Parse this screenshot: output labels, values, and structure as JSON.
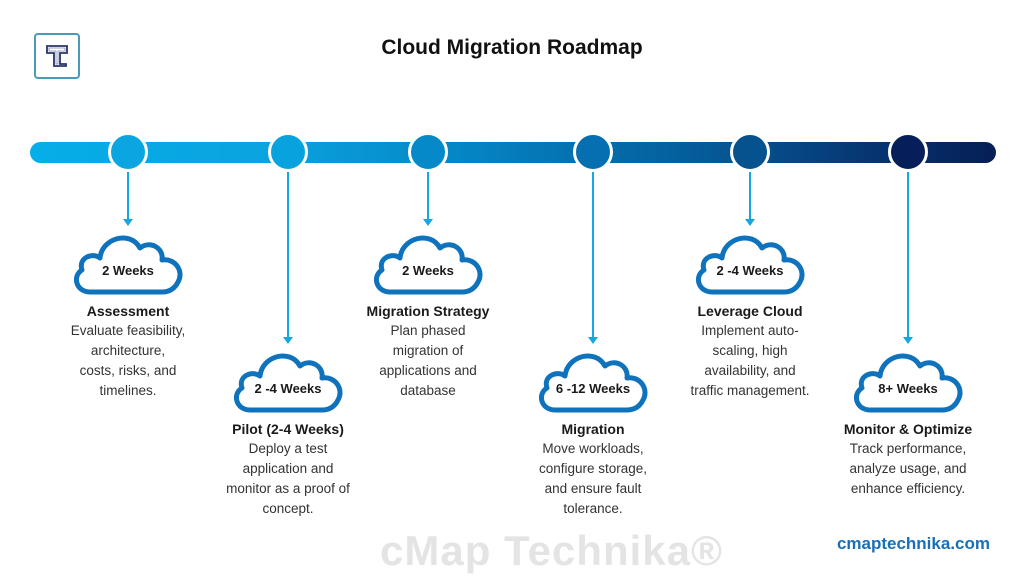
{
  "header": {
    "logo_icon": "t-logo-icon",
    "title": "Cloud Migration Roadmap"
  },
  "watermark": "cMap Technika®",
  "timeline": {
    "stages": [
      {
        "duration": "2 Weeks",
        "name": "Assessment",
        "desc_lines": [
          "Evaluate feasibility,",
          "architecture,",
          "costs, risks, and",
          "timelines."
        ],
        "node_color": "#0ba6e2"
      },
      {
        "duration": "2 -4 Weeks",
        "name": "Pilot (2-4 Weeks)",
        "desc_lines": [
          "Deploy a test",
          "application and",
          "monitor as a proof of",
          "concept."
        ],
        "node_color": "#08a2df"
      },
      {
        "duration": "2 Weeks",
        "name": "Migration Strategy",
        "desc_lines": [
          "Plan phased",
          "migration of",
          "applications and",
          "database"
        ],
        "node_color": "#0589c9"
      },
      {
        "duration": "6 -12 Weeks",
        "name": "Migration",
        "desc_lines": [
          "Move workloads,",
          "configure storage,",
          "and ensure fault",
          "tolerance."
        ],
        "node_color": "#066fb1"
      },
      {
        "duration": "2 -4 Weeks",
        "name": "Leverage Cloud",
        "desc_lines": [
          "Implement auto-",
          "scaling, high",
          "availability, and",
          "traffic management."
        ],
        "node_color": "#05528f"
      },
      {
        "duration": "8+ Weeks",
        "name": "Monitor & Optimize",
        "desc_lines": [
          "Track performance,",
          "analyze usage, and",
          "enhance efficiency."
        ],
        "node_color": "#061f5a"
      }
    ]
  },
  "footer": {
    "website": "cmaptechnika.com"
  },
  "colors": {
    "cloud_stroke": "#0f72bd",
    "connector": "#18a6e0",
    "link": "#1a6fb6"
  }
}
